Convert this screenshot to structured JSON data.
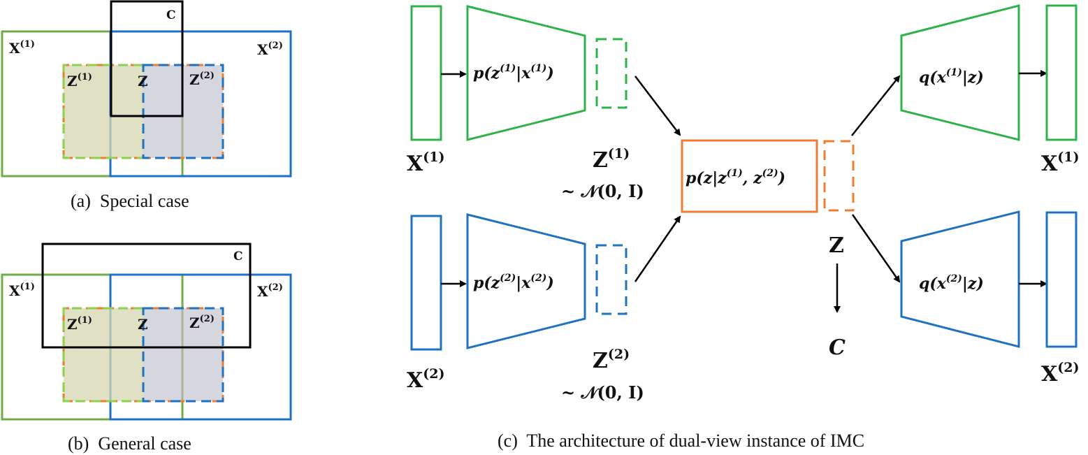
{
  "colors": {
    "green": "#2db34a",
    "green_light": "#70ad47",
    "lime_dash": "#8fd14f",
    "blue": "#1f72c1",
    "orange": "#ed7d31",
    "black": "#000000",
    "z1_fill": "#dfe0c4",
    "z2_fill": "#d6d6de"
  },
  "panel_a": {
    "caption": "(a)  Special case",
    "labels": {
      "x1": "X",
      "x1_sup": "(1)",
      "x2": "X",
      "x2_sup": "(2)",
      "z1": "Z",
      "z1_sup": "(1)",
      "z": "Z",
      "z2": "Z",
      "z2_sup": "(2)",
      "c": "C"
    }
  },
  "panel_b": {
    "caption": "(b)  General case",
    "labels": {
      "x1": "X",
      "x1_sup": "(1)",
      "x2": "X",
      "x2_sup": "(2)",
      "z1": "Z",
      "z1_sup": "(1)",
      "z": "Z",
      "z2": "Z",
      "z2_sup": "(2)",
      "c": "C"
    }
  },
  "panel_c": {
    "caption": "(c)  The architecture of dual-view instance of IMC",
    "encoder1": {
      "prefix": "p(z",
      "sup1": "(1)",
      "mid": "|x",
      "sup2": "(1)",
      "suffix": ")"
    },
    "encoder2": {
      "prefix": "p(z",
      "sup1": "(2)",
      "mid": "|x",
      "sup2": "(2)",
      "suffix": ")"
    },
    "fusion": {
      "prefix": "p(z|z",
      "sup1": "(1)",
      "mid": ", z",
      "sup2": "(2)",
      "suffix": ")"
    },
    "decoder1": {
      "prefix": "q(x",
      "sup1": "(1)",
      "suffix": "|z)"
    },
    "decoder2": {
      "prefix": "q(x",
      "sup1": "(2)",
      "suffix": "|z)"
    },
    "input1": {
      "main": "X",
      "sup": "(1)"
    },
    "input2": {
      "main": "X",
      "sup": "(2)"
    },
    "output1": {
      "main": "X",
      "sup": "(1)"
    },
    "output2": {
      "main": "X",
      "sup": "(2)"
    },
    "latent1": {
      "main": "Z",
      "sup": "(1)",
      "prior": "~ 𝒩(0, I)"
    },
    "latent2": {
      "main": "Z",
      "sup": "(2)",
      "prior": "~ 𝒩(0, I)"
    },
    "latent": "Z",
    "cluster": "C"
  }
}
